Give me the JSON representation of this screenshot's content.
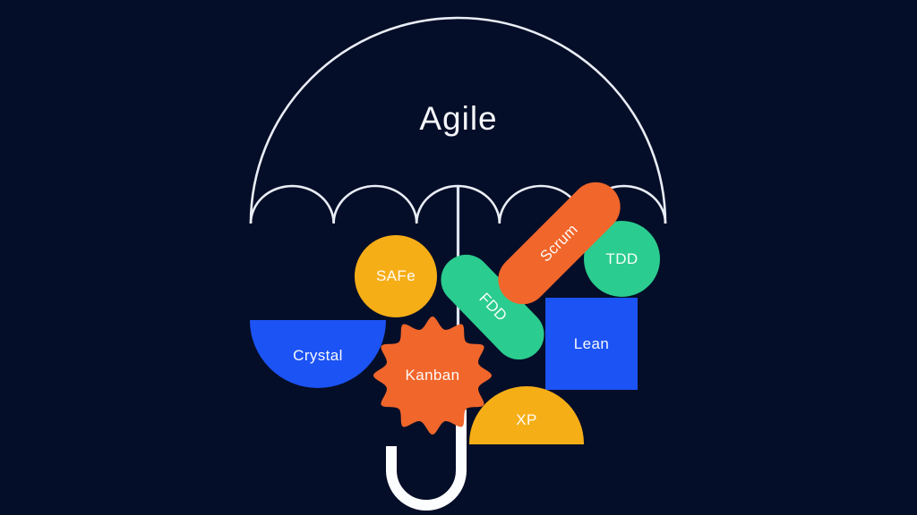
{
  "title": "Agile",
  "colors": {
    "background": "#050E28",
    "umbrella_outline": "#E9EDF6",
    "umbrella_pole": "#DDE3EF",
    "umbrella_handle": "#FCFDFF",
    "label_text": "#FFFFFF",
    "orange": "#F1662B",
    "green": "#2BCC8F",
    "yellow": "#F6AE17",
    "blue": "#1C53F4"
  },
  "umbrella": {
    "icon": "umbrella-icon",
    "scallop_count": 5
  },
  "methods": [
    {
      "id": "safe",
      "label": "SAFe",
      "shape": "circle",
      "color": "yellow"
    },
    {
      "id": "scrum",
      "label": "Scrum",
      "shape": "capsule-diagonal",
      "color": "orange"
    },
    {
      "id": "tdd",
      "label": "TDD",
      "shape": "circle",
      "color": "green"
    },
    {
      "id": "fdd",
      "label": "FDD",
      "shape": "capsule-diagonal",
      "color": "green"
    },
    {
      "id": "lean",
      "label": "Lean",
      "shape": "square",
      "color": "blue"
    },
    {
      "id": "crystal",
      "label": "Crystal",
      "shape": "semicircle-bottom",
      "color": "blue"
    },
    {
      "id": "kanban",
      "label": "Kanban",
      "shape": "starburst",
      "color": "orange"
    },
    {
      "id": "xp",
      "label": "XP",
      "shape": "semicircle-top",
      "color": "yellow"
    }
  ]
}
